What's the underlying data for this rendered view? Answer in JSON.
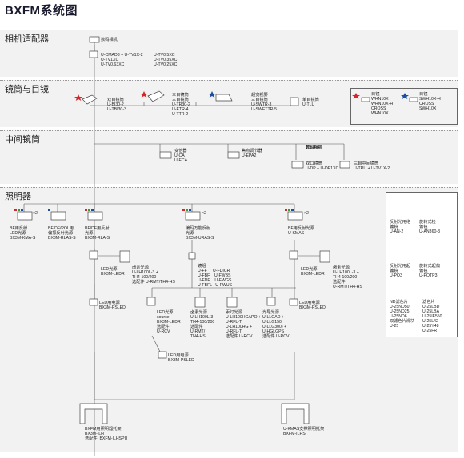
{
  "title": "BXFM系统图",
  "sections": {
    "camera": "相机适配器",
    "tube": "镜筒与目镜",
    "intermediate": "中间镜筒",
    "illumination": "照明器"
  },
  "camera": {
    "digital_camera": "数码相机",
    "adapters_col1": "U-CMAD3 + U-TV1X-2\nU-TV1XC\nU-TV0.63XC",
    "adapters_col2": "U-TV0.5XC\nU-TV0.35XC\nU-TV0.25XC"
  },
  "tube": {
    "binocular": "双目镜筒\nU-BI30-2\nU-TBI30-3",
    "trinocular": "三目镜筒\n三目镜筒\nU-TR30-2\nU-ETR-4\nU-TTR-2",
    "wide_trinocular": "超宽视野\n三目镜筒\nU-SWTR-3\nU-SWETTR-5",
    "single": "单目镜筒\nU-TLU",
    "eyepiece1": "目镜\nWHN10X\nWHN10X-H\nCROSS\nWHN10X",
    "eyepiece2": "目镜\nSWH10X-H\nCROSS\nSWH10X"
  },
  "intermediate": {
    "magnifier": "变倍器\nU-CA\nU-ECA",
    "focus": "焦点调节器\nU-EPA2",
    "digital_camera": "数码相机",
    "dual_port": "双口镜筒\nU-DP + U-DP1XC",
    "triple": "三目中间镜筒\nU-TRU + U-TV1X-2"
  },
  "illumination": {
    "bf_reflect": "BF用反射\nLED光源\nBX3M-KMA-S",
    "bf_df_pol": "BF/DF/POL用\n偏振反射光源\nBX3M-RLAS-S",
    "bf_df": "BF/DF用反射\n光源\nBX3M-RLA-S",
    "multi": "编码万能反射\n光源\nBX3M-URAS-S",
    "bf_km": "BF用反射光源\nU-KMAS",
    "led_left": "LED光源\nBX3M-LEDR",
    "halogen_left": "卤素光源\nU-LH100L-3 +\nTH4-100/200\n选配件 U-RMT/TH4-HS",
    "psled_left": "LED用电源\nBX3M-PSLED",
    "cubes": "镜组\nU-FF     U-FDICR\nU-FBF    U-FWBS\nU-FDF    U-FWGS\nU-FBFL   U-FWUS",
    "led_src": "LED光源\nsource\nBX3M-LEDR\n选配件\nU-RCV",
    "halogen_mid": "卤素光源\nU-LH100L-3\nTH4-100/200\n选配件\nU-RMT/\nTH4-HS",
    "mercury": "汞灯光源\nU-LH100HGAPO +\nU-RFL-T\nU-LH100HG +\nU-RFL-T\n选配件 U-RCV",
    "fiber": "光导光源\nU-LLGAD +\nU-LLG150\nU-LLG300) +\nU-HGLGPS\n选配件 U-RCV",
    "psled_mid": "LED用电源\nBX3M-PSLED",
    "led_right": "LED光源\nBX3M-LEDR",
    "halogen_right": "卤素光源\nU-LH100L-3 +\nTH4-100/200\n选配件\nU-RMT/TH4-HS",
    "psled_right": "LED用电源\nBX3M-PSLED",
    "holder_left": "BXFM用照明器托架\nBX3M-ILH\n选配件: BXFM-ILHSPU",
    "holder_right": "U-KMAS支撑照明托架\nBXFM-ILHS",
    "x2_1": "×2",
    "x2_2": "×2",
    "x2_3": "×2"
  },
  "filters": {
    "rfl_plate": "反射光用绝\n偏镜\nU-AN-2",
    "rotating": "旋转式检\n偏镜\nU-AN360-3",
    "ref_pol": "反射光用起\n偏镜\nU-PO3",
    "pol_slider": "旋转式起偏\n偏镜\nU-POTP3",
    "nd_col1": "ND滤色片\nU-25ND50\nU-25ND25\nU-25ND6\n双滤色片滑块\nU-25",
    "nd_col2": "滤色片\nU-25LBD\nU-25LBA\nU-25IF550\nU-25L42\nU-25Y48\nU-25FR"
  },
  "colors": {
    "red": "#d7262b",
    "green": "#2e9b3e",
    "blue": "#1d4fa0",
    "band": "#f2f2f2",
    "line": "#555555"
  }
}
